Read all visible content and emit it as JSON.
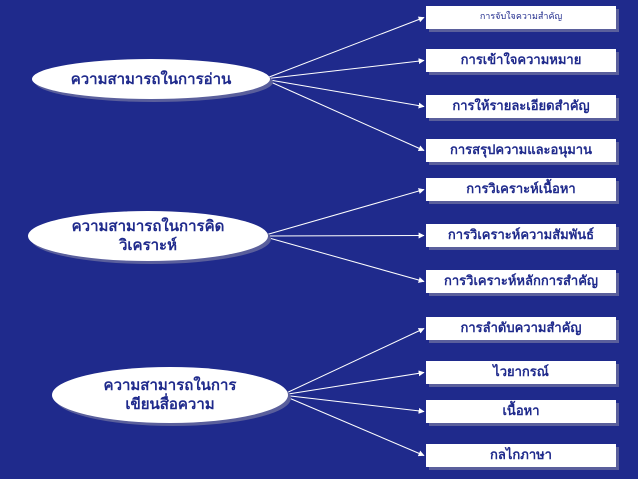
{
  "colors": {
    "background": "#1f2a8c",
    "node": "#ffffff",
    "text": "#1f2a8c",
    "line": "#ffffff"
  },
  "groups": [
    {
      "main": "ความสามารถในการอ่าน",
      "subs": [
        "การจับใจความสำคัญ",
        "การเข้าใจความหมาย",
        "การให้รายละเอียดสำคัญ",
        "การสรุปความและอนุมาน"
      ]
    },
    {
      "main": "ความสามารถในการคิด\nวิเคราะห์",
      "subs": [
        "การวิเคราะห์เนื้อหา",
        "การวิเคราะห์ความสัมพันธ์",
        "การวิเคราะห์หลักการสำคัญ"
      ]
    },
    {
      "main": "ความสามารถในการ\nเขียนสื่อความ",
      "subs": [
        "การลำดับความสำคัญ",
        "ไวยากรณ์",
        "เนื้อหา",
        "กลไกภาษา"
      ]
    }
  ]
}
